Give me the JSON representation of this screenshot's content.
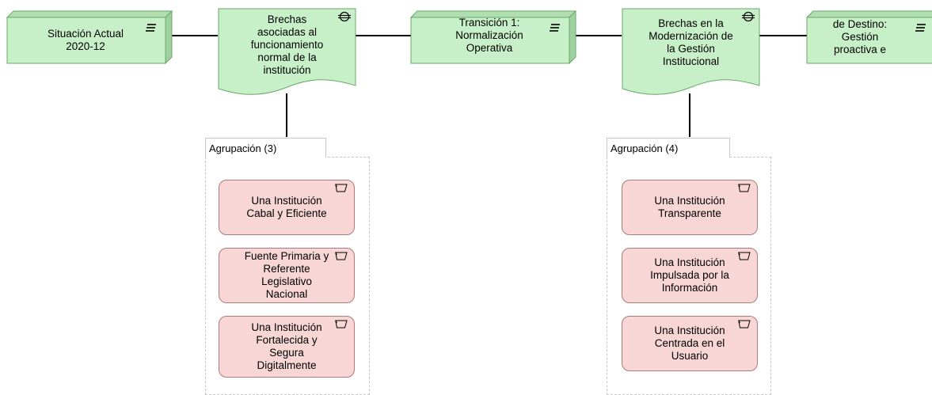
{
  "plateaus": [
    {
      "id": "situacion-actual",
      "label": "Situación Actual\n2020-12"
    },
    {
      "id": "transicion-1",
      "label": "Transición 1:\nNormalización\nOperativa"
    },
    {
      "id": "destino",
      "label": "de Destino:\nGestión\nproactiva e"
    }
  ],
  "gaps": [
    {
      "id": "brechas-1",
      "label": "Brechas\nasociadas al\nfuncionamiento\nnormal de la\ninstitución"
    },
    {
      "id": "brechas-2",
      "label": "Brechas en la\nModernización de\nla Gestión\nInstitucional"
    }
  ],
  "groups": [
    {
      "label": "Agrupación (3)",
      "goals": [
        "Una Institución\nCabal y Eficiente",
        "Fuente Primaria y\nReferente\nLegislativo\nNacional",
        "Una Institución\nFortalecida y\nSegura\nDigitalmente"
      ]
    },
    {
      "label": "Agrupación (4)",
      "goals": [
        "Una Institución\nTransparente",
        "Una Institución\nImpulsada por la\nInformación",
        "Una Institución\nCentrada en el\nUsuario"
      ]
    }
  ],
  "colors": {
    "plateau_fill": "#c8f0c8",
    "plateau_border": "#6aa86a",
    "goal_fill": "#f8d6d6",
    "goal_border": "#b07a7a"
  },
  "icons": {
    "plateau": "lines-icon",
    "gap": "gap-circle-icon",
    "goal": "goal-flag-icon"
  }
}
